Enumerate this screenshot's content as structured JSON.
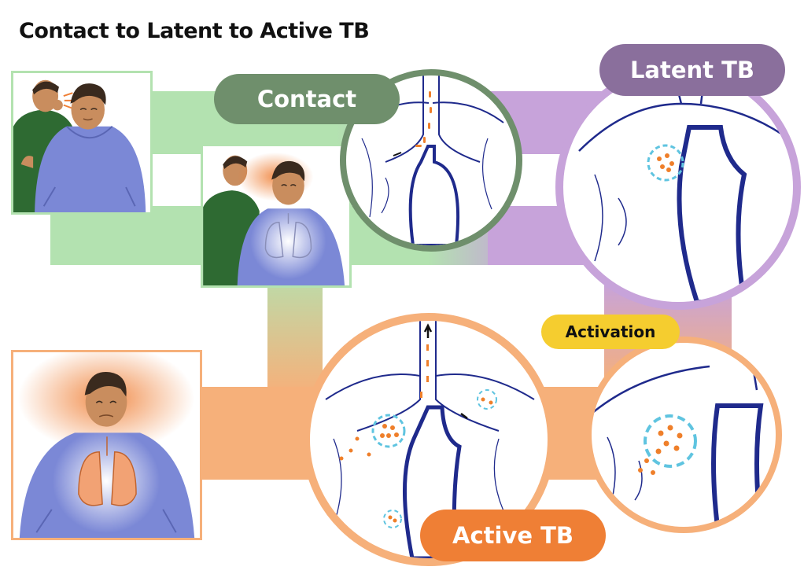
{
  "title": "Contact to Latent to Active TB",
  "labels": {
    "contact": "Contact",
    "latent": "Latent TB",
    "activation": "Activation",
    "active": "Active TB"
  },
  "colors": {
    "contact_band": "#b3e2b0",
    "contact_dark": "#6f8f6c",
    "latent_band": "#c7a3da",
    "latent_dark": "#8a6f9c",
    "active_band": "#f6b07a",
    "active_dark": "#ef7f35",
    "activation_badge": "#f5cd2f",
    "lung_stroke": "#1f2a8c",
    "bacteria": "#ef7f2a",
    "granuloma": "#5fc4e0",
    "shirt_blue": "#7b88d6",
    "shirt_green": "#2e6a32",
    "skin": "#c98d5e",
    "hair": "#3a2a1e"
  }
}
